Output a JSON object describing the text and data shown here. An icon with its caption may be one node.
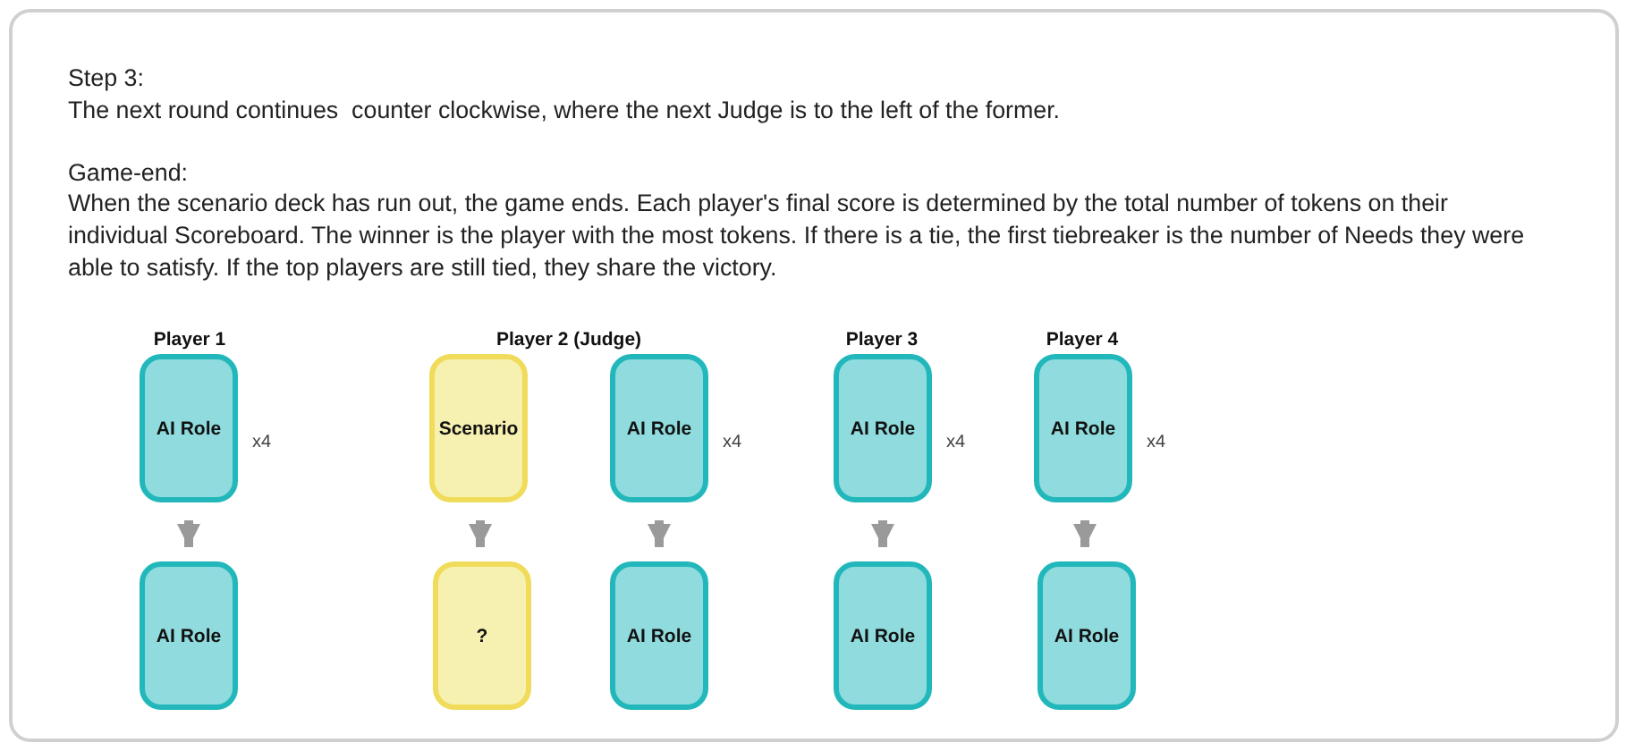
{
  "diagram": {
    "nodes": [
      {
        "text": [
          "AI Role"
        ],
        "beside": [
          "x4"
        ]
      },
      {
        "text": [
          "Scenario"
        ]
      },
      {
        "text": [
          "AI Role"
        ],
        "beside": [
          "x4"
        ]
      },
      {
        "text": [
          "AI Role"
        ],
        "beside": [
          "x4"
        ]
      },
      {
        "text": [
          "AI Role"
        ],
        "beside": [
          "x4"
        ]
      },
      {
        "text": [
          "AI Role"
        ]
      },
      {
        "text": [
          "?"
        ]
      },
      {
        "text": [
          "AI Role"
        ]
      },
      {
        "text": [
          "AI Role"
        ]
      },
      {
        "text": [
          "AI Role"
        ]
      }
    ],
    "edges": [
      {
        "from": 0,
        "to": 5,
        "arrow": "to"
      },
      {
        "from": 1,
        "to": 6,
        "arrow": "to"
      },
      {
        "from": 2,
        "to": 7,
        "arrow": "to"
      },
      {
        "from": 3,
        "to": 8,
        "arrow": "to"
      },
      {
        "from": 4,
        "to": 9,
        "arrow": "to"
      }
    ],
    "labels": [
      "Step 3:",
      "The next round continues  counter clockwise, where the next Judge is to the left of the former.",
      "Game-end:",
      "When the scenario deck has run out, the game ends. Each player's final score is determined by the total number of tokens on their individual Scoreboard. The winner is the player with the most tokens. If there is a tie, the first tiebreaker is the number of Needs they were able to satisfy. If the top players are still tied, they share the victory.",
      "Player 1",
      "Player 2 (Judge)",
      "Player 3",
      "Player 4"
    ]
  }
}
